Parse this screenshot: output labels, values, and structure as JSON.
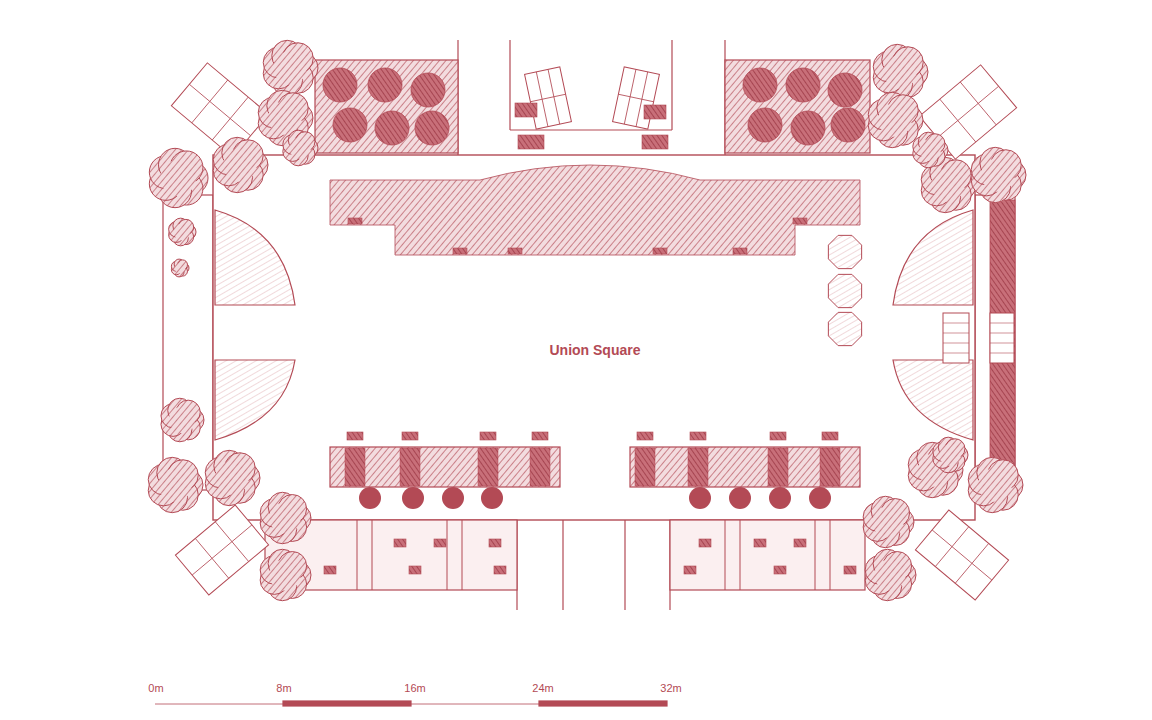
{
  "diagram": {
    "labels": [
      "Union Square",
      "0m",
      "8m",
      "16m",
      "24m",
      "32m"
    ]
  }
}
